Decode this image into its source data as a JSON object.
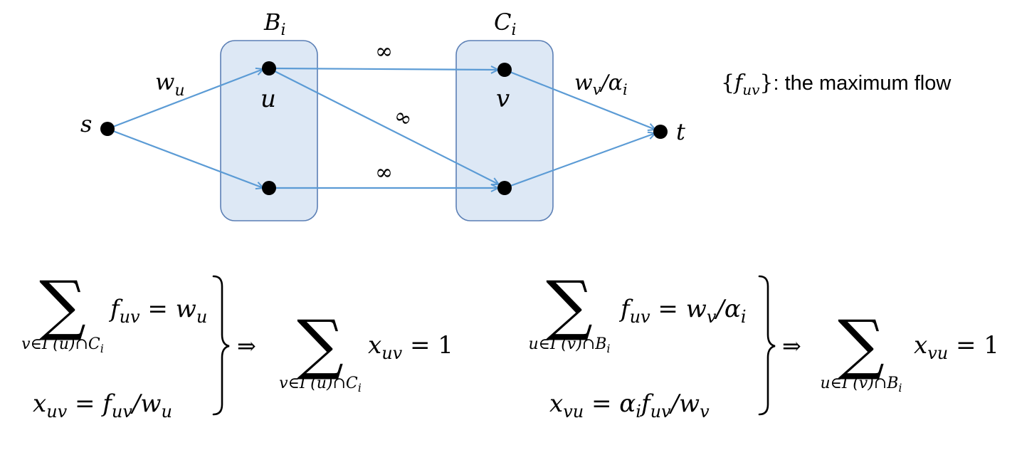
{
  "diagram": {
    "groups": [
      {
        "id": "B",
        "label": "B",
        "sub": "i"
      },
      {
        "id": "C",
        "label": "C",
        "sub": "i"
      }
    ],
    "nodes": {
      "s": "s",
      "t": "t",
      "u": "u",
      "v": "v"
    },
    "edge_labels": {
      "s_u": {
        "main": "w",
        "sub": "u"
      },
      "v_t": {
        "main": "w",
        "sub": "v",
        "rest": "/α",
        "sub2": "i"
      },
      "infinity": "∞"
    },
    "note": {
      "math_main": "f",
      "math_sub": "uv",
      "open": "{",
      "close": "}",
      "text": ": the maximum flow"
    }
  },
  "equations": {
    "left": {
      "sum_index": "v∈Γ(u)∩C",
      "sum_index_sub": "i",
      "line1_lhs": "f",
      "line1_lhs_sub": "uv",
      "line1_eq": " = w",
      "line1_eq_sub": "u",
      "line2_a": "x",
      "line2_a_sub": "uv",
      "line2_b": " = f",
      "line2_b_sub": "uv",
      "line2_c": "/w",
      "line2_c_sub": "u",
      "arrow": "⇒",
      "result_index": "v∈Γ(u)∩C",
      "result_index_sub": "i",
      "result_var": "x",
      "result_var_sub": "uv",
      "result_eq": " = 1"
    },
    "right": {
      "sum_index": "u∈Γ(v)∩B",
      "sum_index_sub": "i",
      "line1_lhs": "f",
      "line1_lhs_sub": "uv",
      "line1_eq": " = w",
      "line1_eq_sub": "v",
      "line1_tail": "/α",
      "line1_tail_sub": "i",
      "line2_a": "x",
      "line2_a_sub": "vu",
      "line2_b": " = α",
      "line2_b_sub": "i",
      "line2_c": "f",
      "line2_c_sub": "uv",
      "line2_d": "/w",
      "line2_d_sub": "v",
      "arrow": "⇒",
      "result_index": "u∈Γ(v)∩B",
      "result_index_sub": "i",
      "result_var": "x",
      "result_var_sub": "vu",
      "result_eq": " = 1"
    },
    "sigma": "∑"
  }
}
